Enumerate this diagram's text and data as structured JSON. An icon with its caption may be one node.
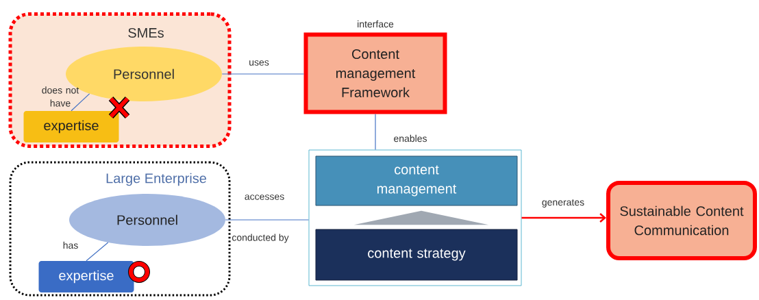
{
  "diagram": {
    "nodes": [
      {
        "text": [
          "SMEs"
        ]
      },
      {
        "text": [
          "Personnel"
        ],
        "in": 0
      },
      {
        "text": [
          "expertise"
        ],
        "in": 0
      },
      {
        "text": [
          "Large Enterprise"
        ]
      },
      {
        "text": [
          "Personnel"
        ],
        "in": 3
      },
      {
        "text": [
          "expertise"
        ],
        "in": 3
      },
      {
        "text": [
          "Content management Framework"
        ],
        "beside": [
          "interface"
        ]
      },
      {
        "text": [],
        "shape": "box"
      },
      {
        "text": [
          "content management"
        ],
        "in": 7
      },
      {
        "text": [],
        "shape": "triangle",
        "in": 7
      },
      {
        "text": [
          "content strategy"
        ],
        "in": 7
      },
      {
        "text": [
          "Sustainable Content Communication"
        ]
      }
    ],
    "edges": [
      {
        "from": 1,
        "to": 6,
        "arrow": "none",
        "label": "uses"
      },
      {
        "from": 1,
        "to": 2,
        "arrow": "none",
        "label": "does not have"
      },
      {
        "from": 4,
        "to": 5,
        "arrow": "none",
        "label": "has"
      },
      {
        "from": 4,
        "to": 7,
        "arrow": "none",
        "label": "accesses"
      },
      {
        "from": 6,
        "to": 7,
        "arrow": "none",
        "label": "enables"
      },
      {
        "from": 7,
        "to": 11,
        "arrow": "to",
        "label": "generates",
        "color": "#ff0000"
      }
    ],
    "labels": [
      "conducted by"
    ]
  }
}
